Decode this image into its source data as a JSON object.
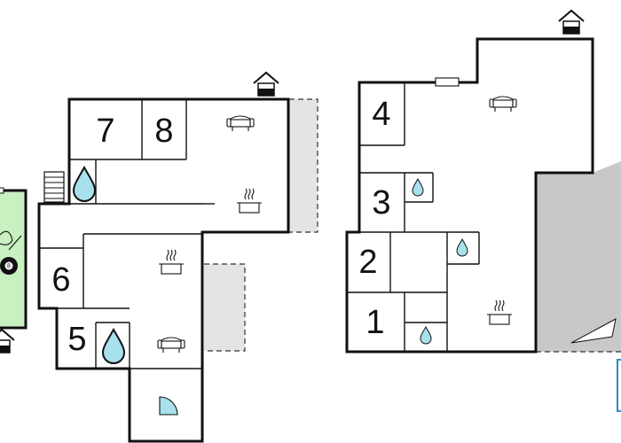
{
  "rooms": [
    {
      "id": "7",
      "label": "7"
    },
    {
      "id": "8",
      "label": "8"
    },
    {
      "id": "6",
      "label": "6"
    },
    {
      "id": "5",
      "label": "5"
    },
    {
      "id": "4",
      "label": "4"
    },
    {
      "id": "3",
      "label": "3"
    },
    {
      "id": "2",
      "label": "2"
    },
    {
      "id": "1",
      "label": "1"
    }
  ],
  "icons": {
    "entrance": "house-entrance-icon",
    "bathroom": "water-drop-icon",
    "kitchen": "cooking-pot-icon",
    "living": "sofa-icon",
    "stairs": "stairs-icon",
    "billiards": "billiard-ball-icon",
    "shower": "shower-icon"
  },
  "billiard_ball": {
    "label": "8"
  },
  "colors": {
    "wall": "#111111",
    "garden": "#c8f0c0",
    "terrace": "#e4e4e4",
    "water": "#a8e0ec",
    "outside": "#c8c8c8"
  }
}
